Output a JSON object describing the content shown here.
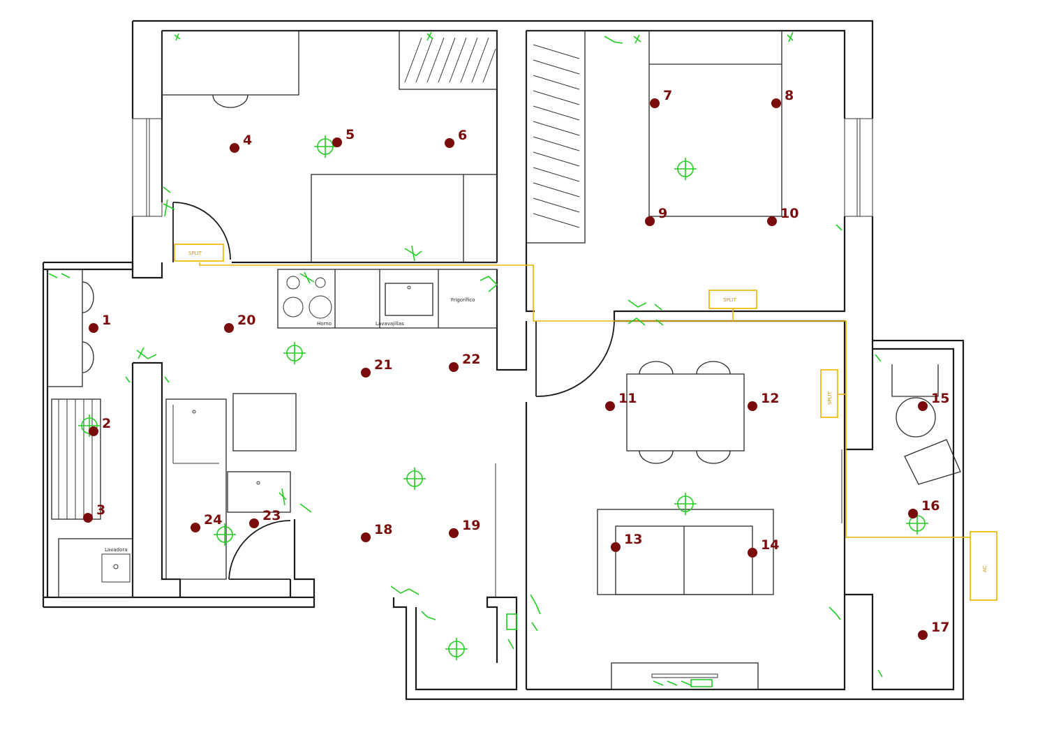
{
  "appliances": {
    "oven": "Horno",
    "dishwasher": "Lavavajillas",
    "fridge": "Frigorífico",
    "washer": "Lavadora"
  },
  "hvac": {
    "split_label": "SPLIT",
    "ac_label": "AC",
    "color": "#e8b400"
  },
  "points_color": "#7a0c0c",
  "light_fixture_color": "#22cc22",
  "light_fixture_icon": "crosshair-light-icon",
  "points": [
    {
      "id": "1"
    },
    {
      "id": "2"
    },
    {
      "id": "3"
    },
    {
      "id": "4"
    },
    {
      "id": "5"
    },
    {
      "id": "6"
    },
    {
      "id": "7"
    },
    {
      "id": "8"
    },
    {
      "id": "9"
    },
    {
      "id": "10"
    },
    {
      "id": "11"
    },
    {
      "id": "12"
    },
    {
      "id": "13"
    },
    {
      "id": "14"
    },
    {
      "id": "15"
    },
    {
      "id": "16"
    },
    {
      "id": "17"
    },
    {
      "id": "18"
    },
    {
      "id": "19"
    },
    {
      "id": "20"
    },
    {
      "id": "21"
    },
    {
      "id": "22"
    },
    {
      "id": "23"
    },
    {
      "id": "24"
    }
  ]
}
